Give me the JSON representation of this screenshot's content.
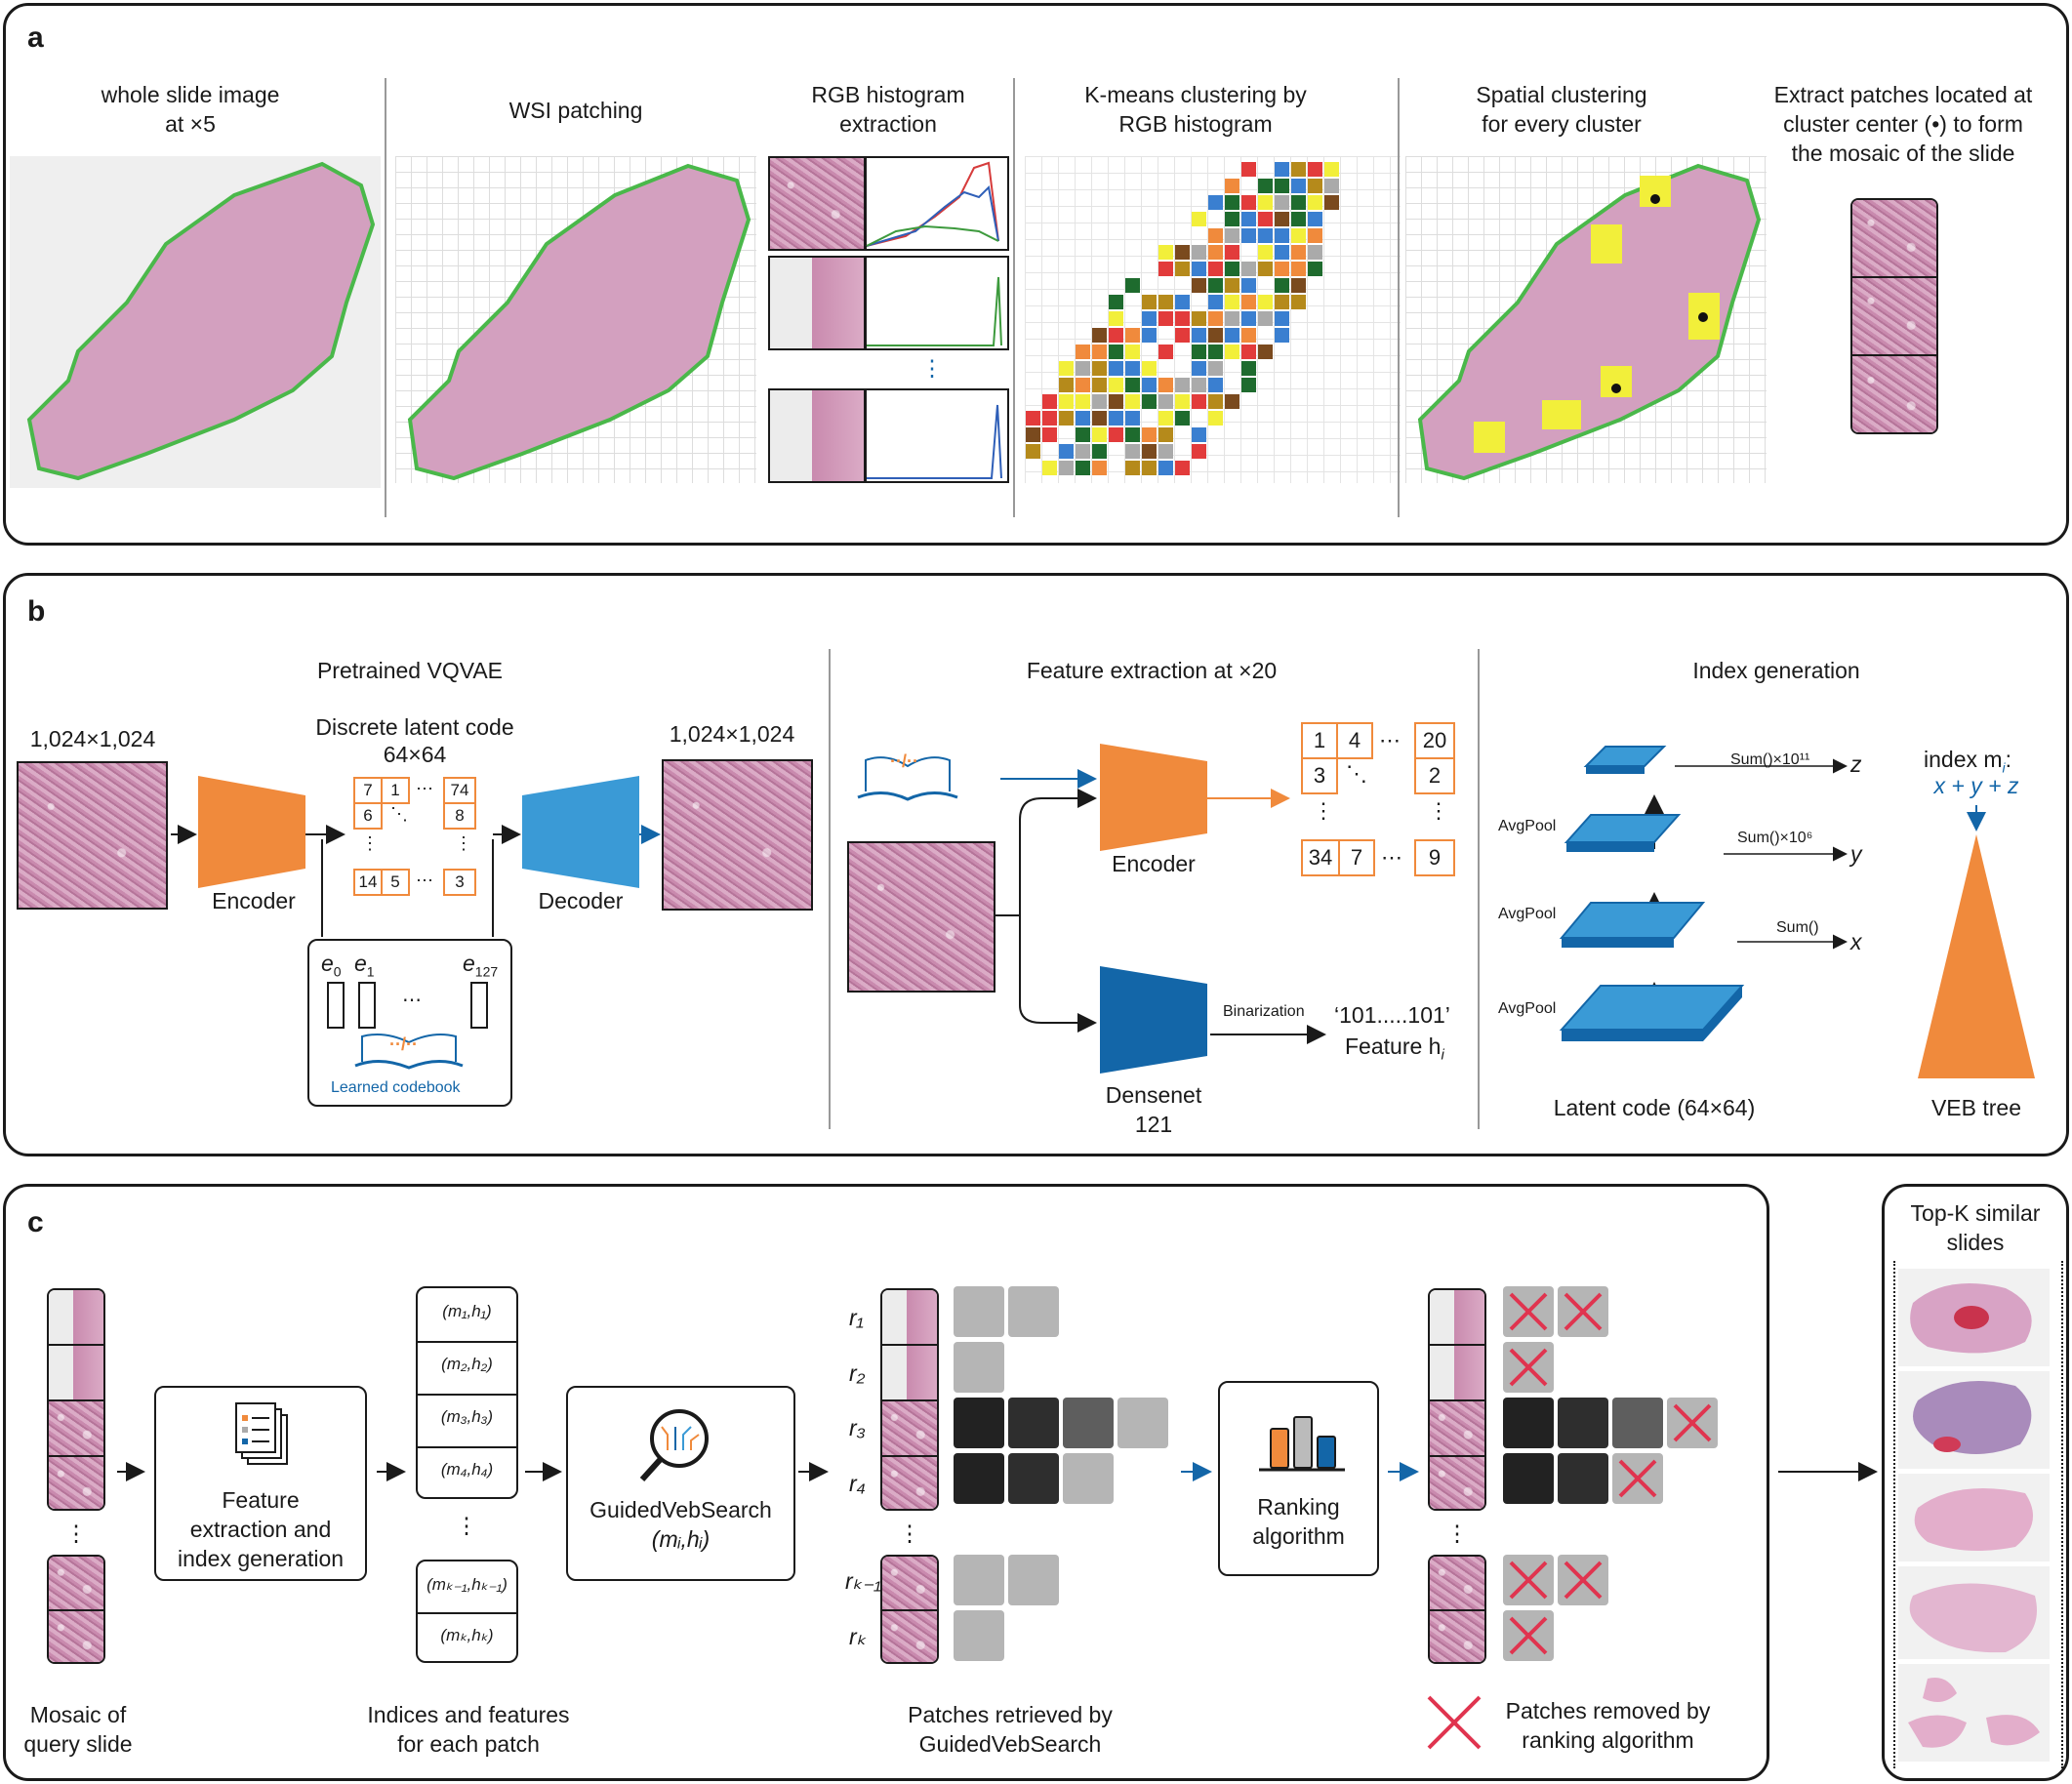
{
  "panel_a": {
    "label": "a",
    "wsi_title": [
      "whole slide image",
      "at ×5"
    ],
    "patching_title": "WSI patching",
    "rgb_title": [
      "RGB histogram",
      "extraction"
    ],
    "kmeans_title": [
      "K-means clustering by",
      "RGB histogram"
    ],
    "spatial_title": [
      "Spatial clustering",
      "for every cluster"
    ],
    "mosaic_title": [
      "Extract patches located at",
      "cluster center (•) to form",
      "the mosaic of the slide"
    ],
    "dots": "⋮"
  },
  "panel_b": {
    "label": "b",
    "vqvae_title": "Pretrained VQVAE",
    "input_size": "1,024×1,024",
    "output_size": "1,024×1,024",
    "encoder": "Encoder",
    "decoder": "Decoder",
    "latent_title": [
      "Discrete latent code",
      "64×64"
    ],
    "latent_cells": {
      "r1c1": "7",
      "r1c2": "1",
      "r1c4": "74",
      "r2c1": "6",
      "r2c4": "8",
      "r4c1": "14",
      "r4c2": "5",
      "r4c4": "3"
    },
    "codebook": {
      "e0": "e",
      "e0_sub": "0",
      "e1": "e",
      "e1_sub": "1",
      "e127": "e",
      "e127_sub": "127",
      "label": "Learned codebook",
      "symbol": "··/··"
    },
    "feat_title": "Feature extraction at ×20",
    "feat_encoder": "Encoder",
    "densenet": [
      "Densenet",
      "121"
    ],
    "binarization": "Binarization",
    "binary_code": "‘101.....101’",
    "feature_label": "Feature h",
    "feature_sub": "i",
    "feat_cells": {
      "r1c1": "1",
      "r1c2": "4",
      "r1c4": "20",
      "r2c1": "3",
      "r2c4": "2",
      "r4c1": "34",
      "r4c2": "7",
      "r4c4": "9"
    },
    "index_title": "Index generation",
    "avgpool": "AvgPool",
    "sum_z": "Sum()×10¹¹",
    "sum_y": "Sum()×10⁶",
    "sum_x": "Sum()",
    "z": "z",
    "y": "y",
    "x": "x",
    "latent_code_label": "Latent code (64×64)",
    "index_label": "index m",
    "index_sub": "i",
    "index_formula": "x + y + z",
    "veb_tree": "VEB tree"
  },
  "panel_c": {
    "label": "c",
    "mosaic_query": [
      "Mosaic of",
      "query slide"
    ],
    "feature_box": [
      "Feature",
      "extraction and",
      "index generation"
    ],
    "indices": [
      "(m₁,h₁)",
      "(m₂,h₂)",
      "(m₃,h₃)",
      "(m₄,h₄)",
      "(mₖ₋₁,hₖ₋₁)",
      "(mₖ,hₖ)"
    ],
    "indices_caption": [
      "Indices and features",
      "for each patch"
    ],
    "search_box": [
      "GuidedVebSearch",
      "(mᵢ,hᵢ)"
    ],
    "row_labels": [
      "r₁",
      "r₂",
      "r₃",
      "r₄",
      "rₖ₋₁",
      "rₖ"
    ],
    "retrieved_caption": [
      "Patches retrieved by",
      "GuidedVebSearch"
    ],
    "ranking_box": [
      "Ranking",
      "algorithm"
    ],
    "removed_caption": [
      "Patches removed by",
      "ranking algorithm"
    ],
    "topk_title": [
      "Top-K similar",
      "slides"
    ],
    "dots": "⋮"
  },
  "colors": {
    "orange": "#f08a3c",
    "blue": "#3a9ad6",
    "dark_blue": "#1366a8",
    "red_x": "#e0344f",
    "tissue": "#d3a0bf",
    "green_outline": "#4ab84a"
  }
}
